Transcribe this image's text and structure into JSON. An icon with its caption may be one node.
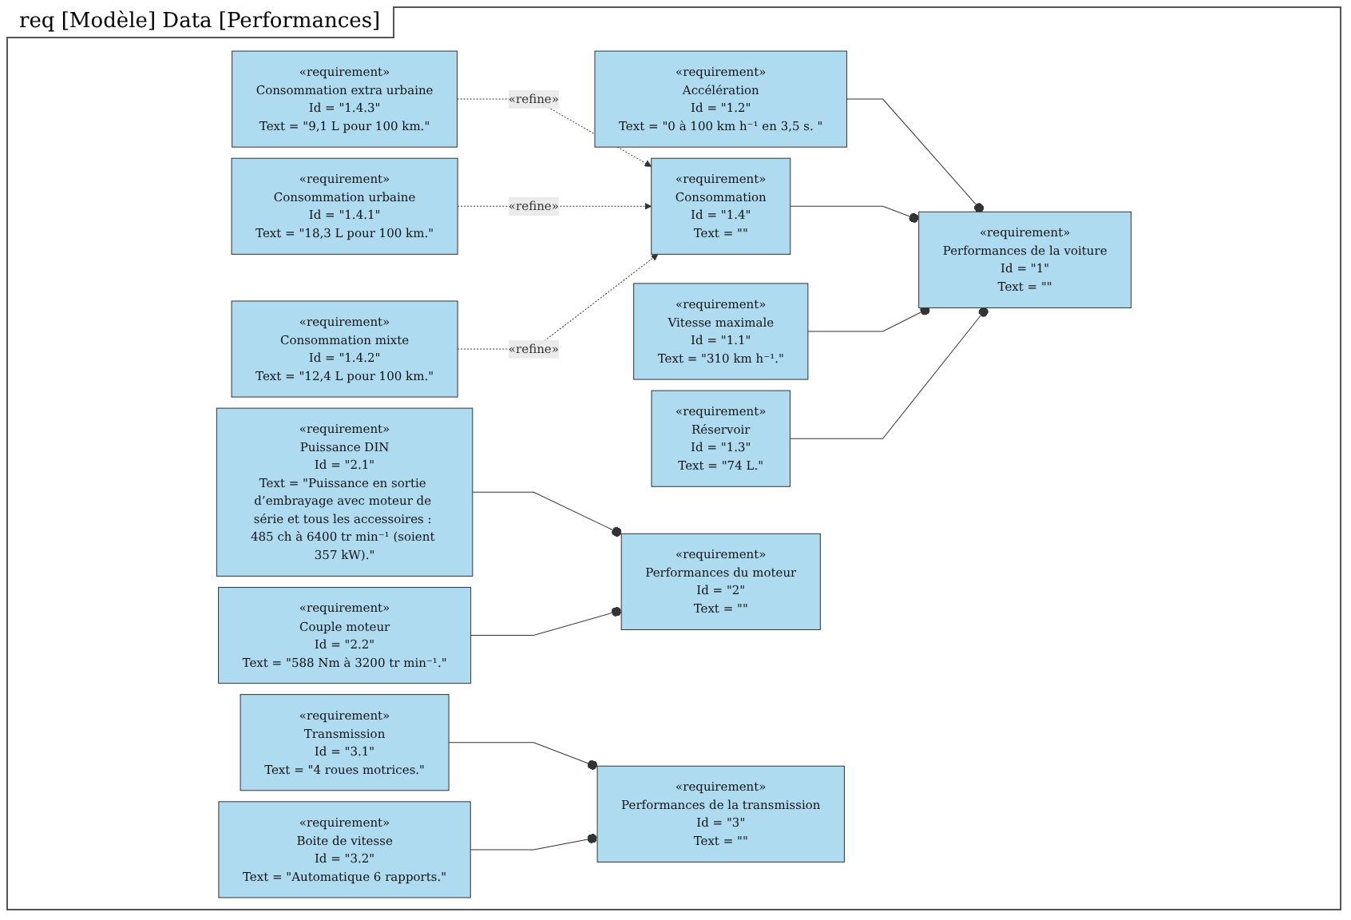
{
  "diagram": {
    "title": "req [Modèle] Data [Performances]",
    "nodes": [
      {
        "text": [
          "«requirement»",
          "Performances de la voiture",
          "Id = \"1\"",
          "Text = \"\""
        ]
      },
      {
        "text": [
          "«requirement»",
          "Réservoir",
          "Id = \"1.3\"",
          "Text = \"74 L.\""
        ]
      },
      {
        "text": [
          "«requirement»",
          "Vitesse maximale",
          "Id = \"1.1\"",
          "Text = \"310 km h⁻¹.\""
        ]
      },
      {
        "text": [
          "«requirement»",
          "Accélération",
          "Id = \"1.2\"",
          "Text = \"0 à 100 km h⁻¹ en 3,5 s. \""
        ]
      },
      {
        "text": [
          "«requirement»",
          "Consommation",
          "Id = \"1.4\"",
          "Text = \"\""
        ]
      },
      {
        "text": [
          "«requirement»",
          "Consommation extra urbaine",
          "Id = \"1.4.3\"",
          "Text = \"9,1 L pour 100 km.\""
        ]
      },
      {
        "text": [
          "«requirement»",
          "Consommation urbaine",
          "Id = \"1.4.1\"",
          "Text = \"18,3 L pour 100 km.\""
        ]
      },
      {
        "text": [
          "«requirement»",
          "Consommation mixte",
          "Id = \"1.4.2\"",
          "Text = \"12,4 L pour 100 km.\""
        ]
      },
      {
        "text": [
          "«requirement»",
          "Puissance DIN",
          "Id = \"2.1\"",
          "Text = \"Puissance en sortie d’embrayage avec moteur de série et tous les accessoires : 485 ch à 6400 tr min⁻¹ (soient 357 kW).\""
        ]
      },
      {
        "text": [
          "«requirement»",
          "Performances du moteur",
          "Id = \"2\"",
          "Text = \"\""
        ]
      },
      {
        "text": [
          "«requirement»",
          "Couple moteur",
          "Id = \"2.2\"",
          "Text = \"588 Nm à 3200 tr min⁻¹.\""
        ]
      },
      {
        "text": [
          "«requirement»",
          "Transmission",
          "Id = \"3.1\"",
          "Text = \"4 roues motrices.\""
        ]
      },
      {
        "text": [
          "«requirement»",
          "Performances de la transmission",
          "Id = \"3\"",
          "Text = \"\""
        ]
      },
      {
        "text": [
          "«requirement»",
          "Boite de vitesse",
          "Id = \"3.2\"",
          "Text = \"Automatique 6 rapports.\""
        ]
      }
    ],
    "edges": [
      {
        "from": 3,
        "to": 0,
        "arrow": "other"
      },
      {
        "from": 5,
        "to": 4,
        "arrow": "to",
        "label": "«refine»",
        "style": "dashed"
      },
      {
        "from": 6,
        "to": 4,
        "arrow": "to",
        "label": "«refine»",
        "style": "dashed"
      },
      {
        "from": 7,
        "to": 4,
        "arrow": "to",
        "label": "«refine»",
        "style": "dashed"
      },
      {
        "from": 4,
        "to": 0,
        "arrow": "other"
      },
      {
        "from": 2,
        "to": 0,
        "arrow": "other"
      },
      {
        "from": 1,
        "to": 0,
        "arrow": "other"
      },
      {
        "from": 8,
        "to": 9,
        "arrow": "other"
      },
      {
        "from": 10,
        "to": 9,
        "arrow": "other"
      },
      {
        "from": 11,
        "to": 12,
        "arrow": "other"
      },
      {
        "from": 13,
        "to": 12,
        "arrow": "other"
      }
    ]
  }
}
